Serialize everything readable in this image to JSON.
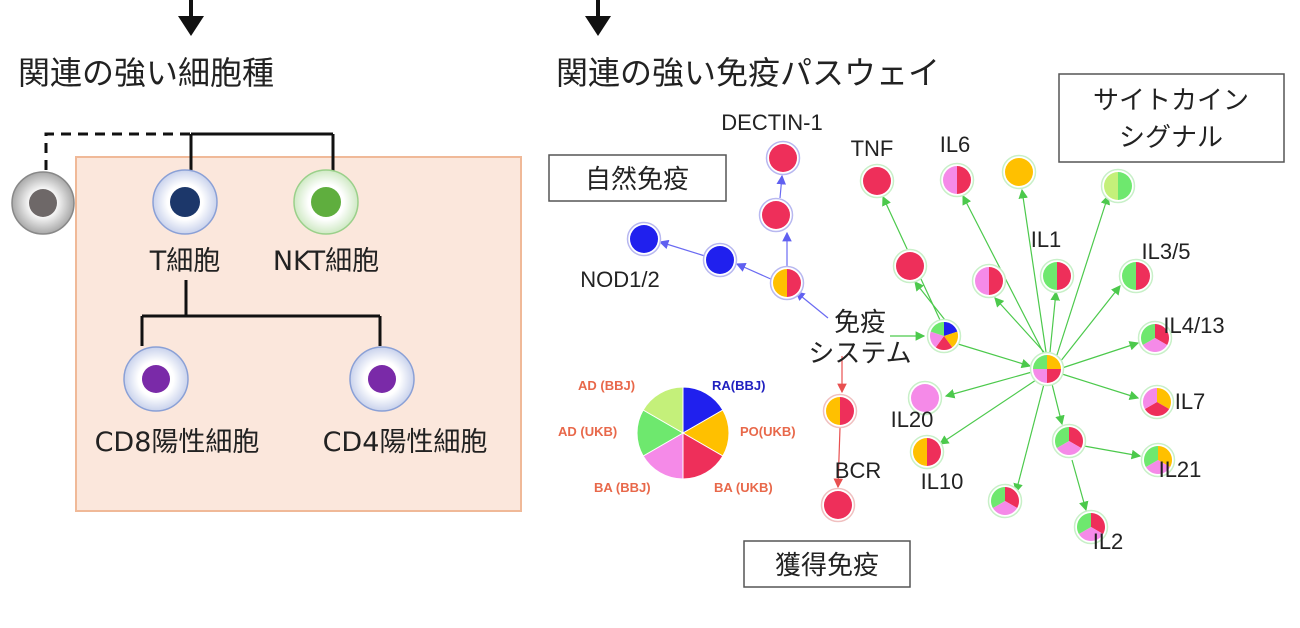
{
  "left_panel": {
    "heading": "関連の強い細胞種",
    "cells": {
      "t_cell": "T細胞",
      "nkt_cell": "NKT細胞",
      "cd8": "CD8陽性細胞",
      "cd4": "CD4陽性細胞"
    }
  },
  "right_panel": {
    "heading": "関連の強い免疫パスウェイ",
    "boxes": {
      "innate": "自然免疫",
      "cytokine_line1": "サイトカイン",
      "cytokine_line2": "シグナル",
      "acquired": "獲得免疫"
    },
    "hub": {
      "line1": "免疫",
      "line2": "システム"
    },
    "node_labels": {
      "dectin": "DECTIN-1",
      "nod": "NOD1/2",
      "bcr": "BCR",
      "tnf": "TNF",
      "il6": "IL6",
      "il1": "IL1",
      "il35": "IL3/5",
      "il413": "IL4/13",
      "il7": "IL7",
      "il21": "IL21",
      "il2": "IL2",
      "il10": "IL10",
      "il20": "IL20"
    }
  },
  "legend": {
    "ra_bbj": "RA(BBJ)",
    "po_ukb": "PO(UKB)",
    "ba_ukb": "BA (UKB)",
    "ba_bbj": "BA (BBJ)",
    "ad_ukb": "AD (UKB)",
    "ad_bbj": "AD (BBJ)"
  },
  "colors": {
    "ra_bbj": "#2020ee",
    "po_ukb": "#ffc000",
    "ba_ukb": "#ee2f5a",
    "ba_bbj": "#f58ae8",
    "ad_ukb": "#6ee86e",
    "ad_bbj": "#c4f07a",
    "legend_red": "#e8684a",
    "legend_blue": "#2020c0",
    "panel_fill": "#fbe7dc",
    "panel_border": "#f0b998"
  }
}
